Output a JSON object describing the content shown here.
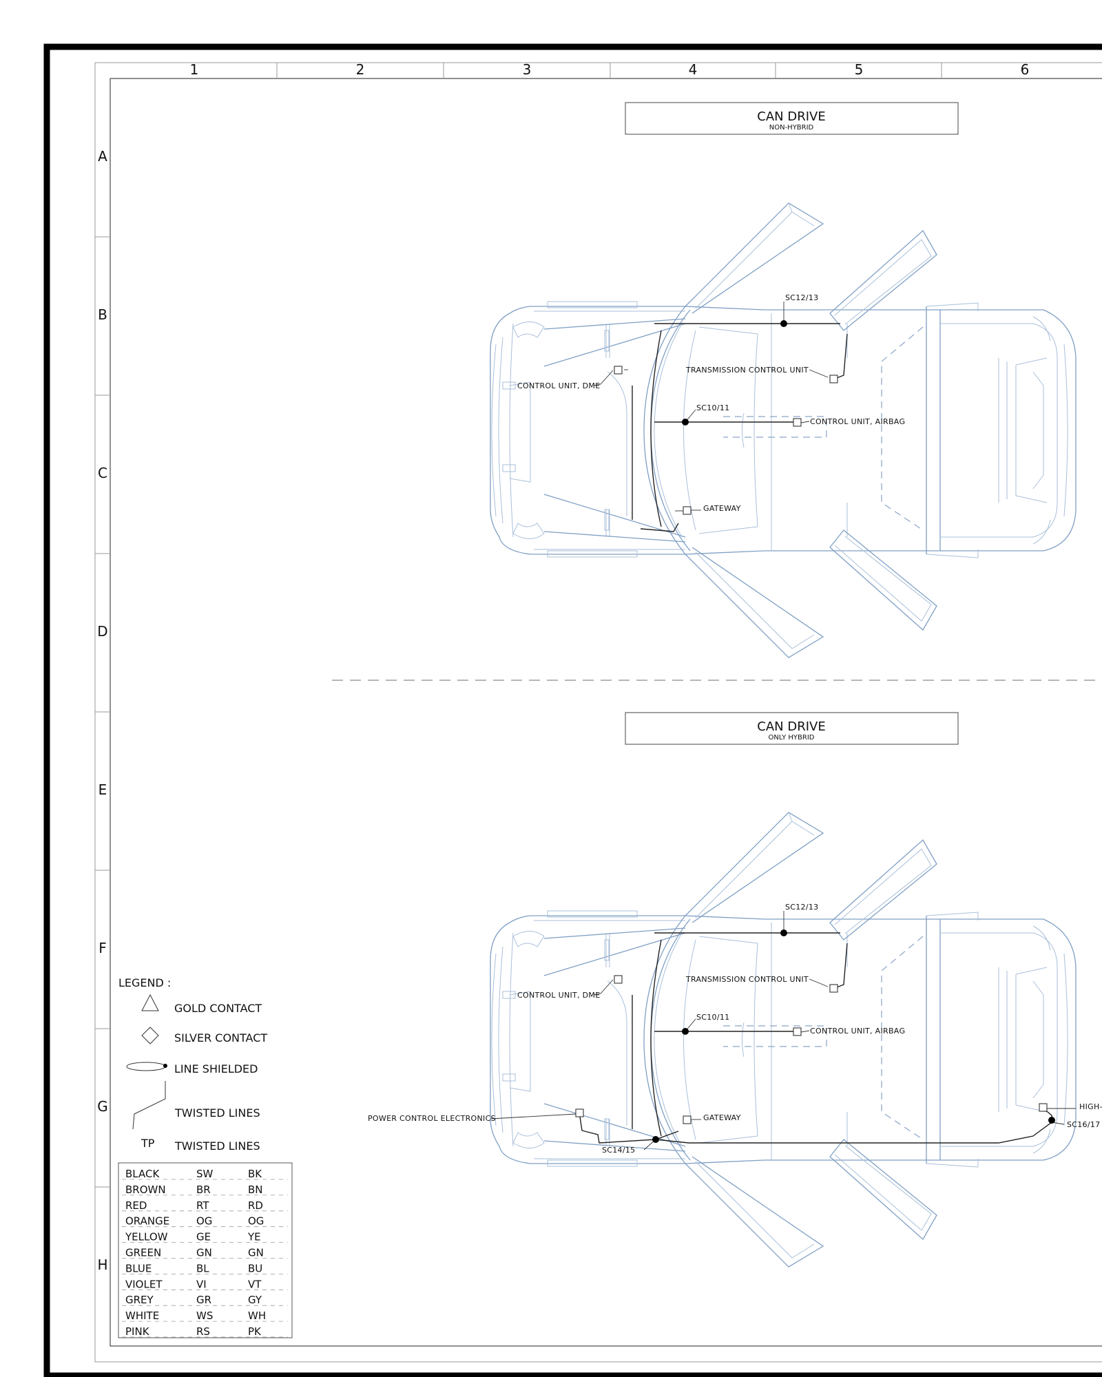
{
  "grid": {
    "columns": [
      "1",
      "2",
      "3",
      "4",
      "5",
      "6"
    ],
    "rows": [
      "A",
      "B",
      "C",
      "D",
      "E",
      "F",
      "G",
      "H"
    ]
  },
  "panels": [
    {
      "title": "CAN DRIVE",
      "subtitle": "NON-HYBRID",
      "labels": {
        "sc12": "SC12/13",
        "tcu": "TRANSMISSION CONTROL UNIT",
        "dme": "CONTROL UNIT, DME",
        "sc10": "SC10/11",
        "airbag": "CONTROL UNIT, AIRBAG",
        "gateway": "GATEWAY"
      }
    },
    {
      "title": "CAN DRIVE",
      "subtitle": "ONLY HYBRID",
      "labels": {
        "sc12": "SC12/13",
        "tcu": "TRANSMISSION CONTROL UNIT",
        "dme": "CONTROL UNIT, DME",
        "sc10": "SC10/11",
        "airbag": "CONTROL UNIT, AIRBAG",
        "gateway": "GATEWAY",
        "pce": "POWER CONTROL ELECTRONICS",
        "sc14": "SC14/15",
        "hv": "HIGH-",
        "sc16": "SC16/17"
      }
    }
  ],
  "legend": {
    "title": "LEGEND :",
    "items": [
      {
        "icon": "triangle-icon",
        "label": "GOLD CONTACT"
      },
      {
        "icon": "diamond-icon",
        "label": "SILVER CONTACT"
      },
      {
        "icon": "shield-ellipse-icon",
        "label": "LINE SHIELDED"
      },
      {
        "icon": "twisted-lines-icon",
        "label": "TWISTED LINES"
      },
      {
        "symbol": "TP",
        "label": "TWISTED LINES"
      }
    ]
  },
  "color_table": [
    [
      "BLACK",
      "SW",
      "BK"
    ],
    [
      "BROWN",
      "BR",
      "BN"
    ],
    [
      "RED",
      "RT",
      "RD"
    ],
    [
      "ORANGE",
      "OG",
      "OG"
    ],
    [
      "YELLOW",
      "GE",
      "YE"
    ],
    [
      "GREEN",
      "GN",
      "GN"
    ],
    [
      "BLUE",
      "BL",
      "BU"
    ],
    [
      "VIOLET",
      "VI",
      "VT"
    ],
    [
      "GREY",
      "GR",
      "GY"
    ],
    [
      "WHITE",
      "WS",
      "WH"
    ],
    [
      "PINK",
      "RS",
      "PK"
    ]
  ],
  "colors": {
    "car_outline": "#7f9fc4",
    "wire": "#222222",
    "frame": "#000000"
  }
}
